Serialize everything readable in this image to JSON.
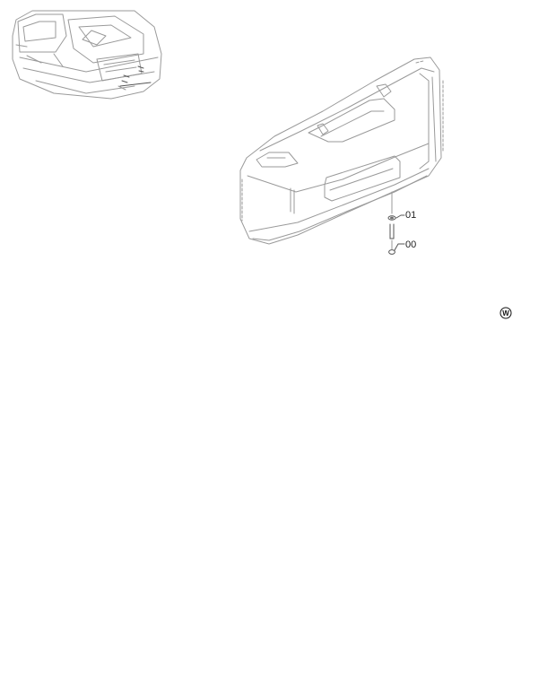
{
  "callouts": [
    {
      "id": "01"
    },
    {
      "id": "00"
    }
  ],
  "region_mark": {
    "letter": "W"
  }
}
